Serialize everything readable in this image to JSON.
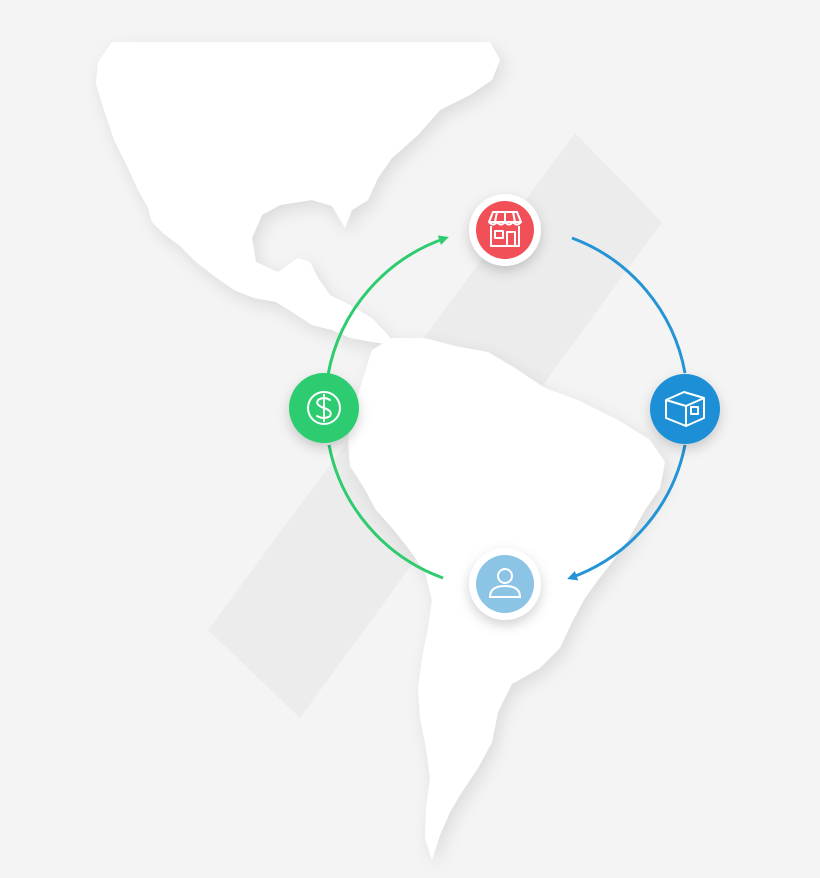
{
  "diagram": {
    "background": "#f4f4f4",
    "map_fill": "#ffffff",
    "band_fill": "#ececec",
    "flow_colors": {
      "green": "#2ecc6f",
      "blue": "#2494d6"
    },
    "nodes": [
      {
        "id": "store",
        "icon": "storefront-icon",
        "fill": "#f25058"
      },
      {
        "id": "delivery",
        "icon": "box-icon",
        "fill": "#1f8fd6"
      },
      {
        "id": "customer",
        "icon": "person-icon",
        "fill": "#8cc4e6"
      },
      {
        "id": "payment",
        "icon": "dollar-icon",
        "fill": "#2ecc6f"
      }
    ],
    "flows": [
      {
        "from": "store",
        "to": "delivery",
        "color": "blue"
      },
      {
        "from": "delivery",
        "to": "customer",
        "color": "blue"
      },
      {
        "from": "customer",
        "to": "payment",
        "color": "green"
      },
      {
        "from": "payment",
        "to": "store",
        "color": "green"
      }
    ]
  }
}
